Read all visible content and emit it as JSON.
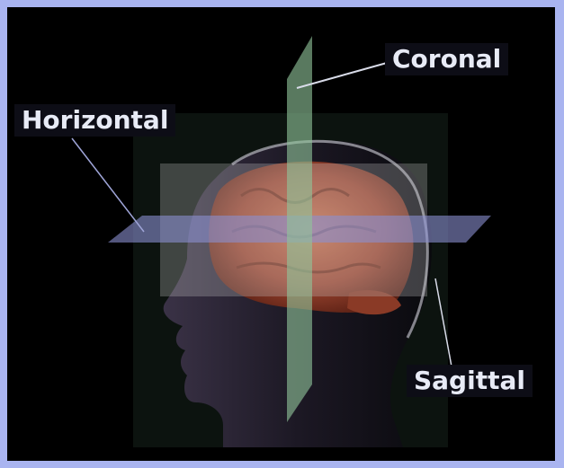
{
  "planes": {
    "coronal": {
      "label": "Coronal"
    },
    "horizontal": {
      "label": "Horizontal"
    },
    "sagittal": {
      "label": "Sagittal"
    }
  },
  "colors": {
    "frame": "#a9b4f0",
    "background": "#000000",
    "coronal_plane": "#8fc49a",
    "horizontal_plane": "#8a8fd0",
    "sagittal_plane": "#c9c9c9",
    "label_text": "#e8ebf6",
    "brain": "#b0553a"
  }
}
